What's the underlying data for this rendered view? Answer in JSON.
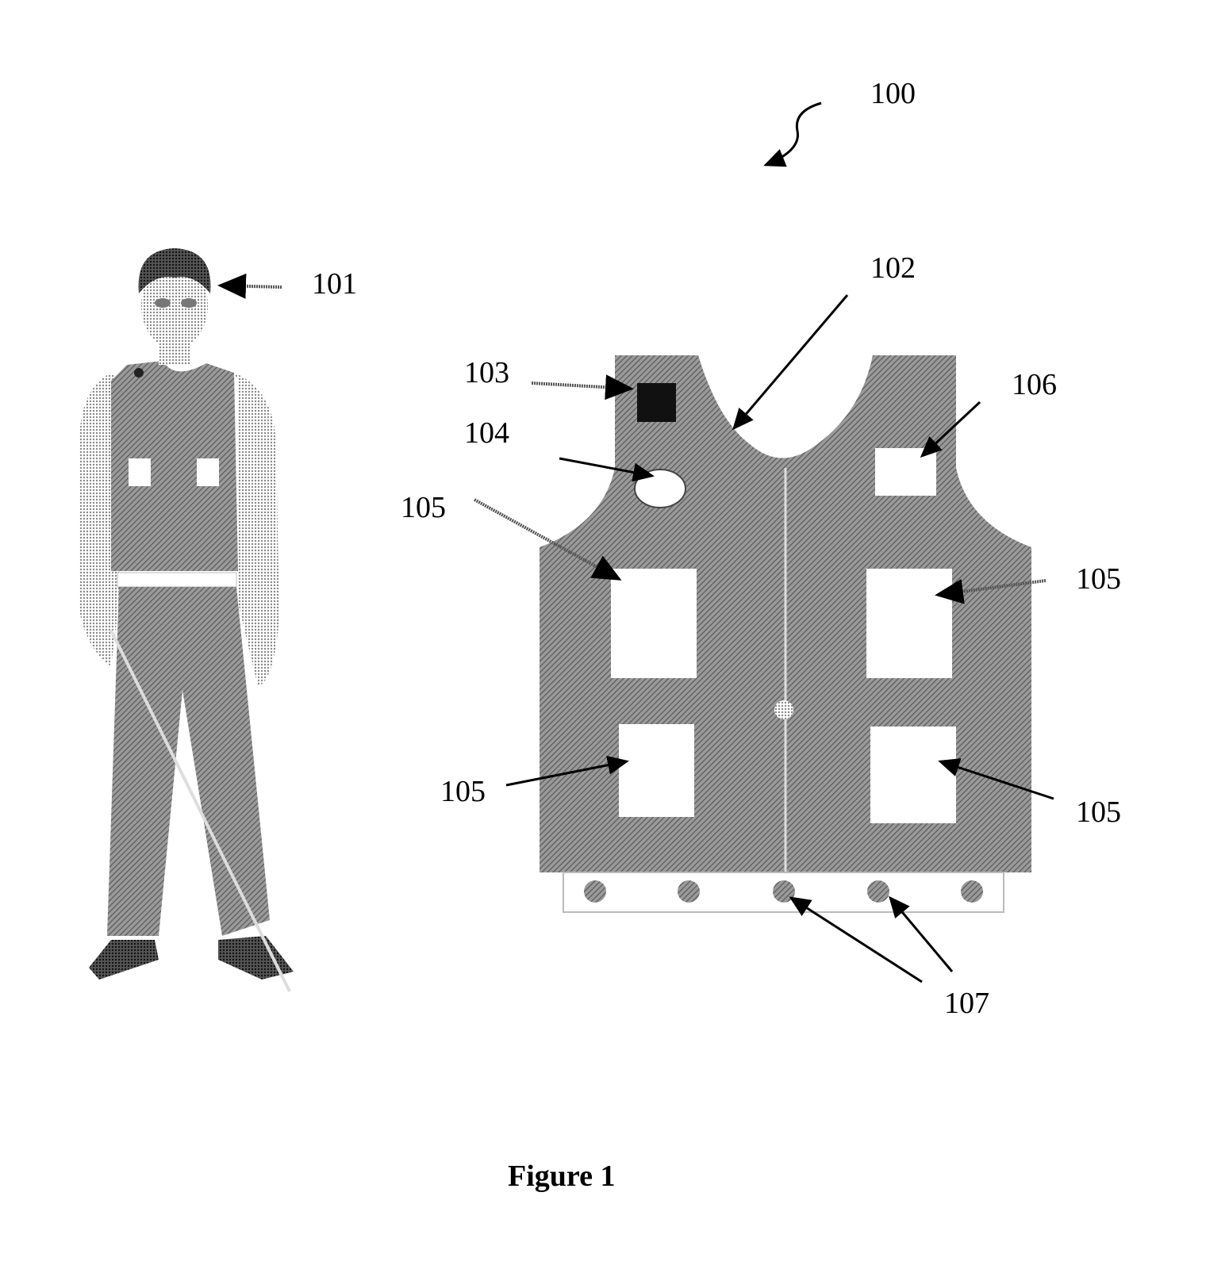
{
  "figure": {
    "caption": "Figure 1",
    "reference_numerals": {
      "system": "100",
      "user": "101",
      "vest": "102",
      "component_103": "103",
      "component_104": "104",
      "component_105_upper_left": "105",
      "component_106": "106",
      "component_105_upper_right": "105",
      "component_105_lower_left": "105",
      "component_105_lower_right": "105",
      "component_107": "107"
    }
  }
}
